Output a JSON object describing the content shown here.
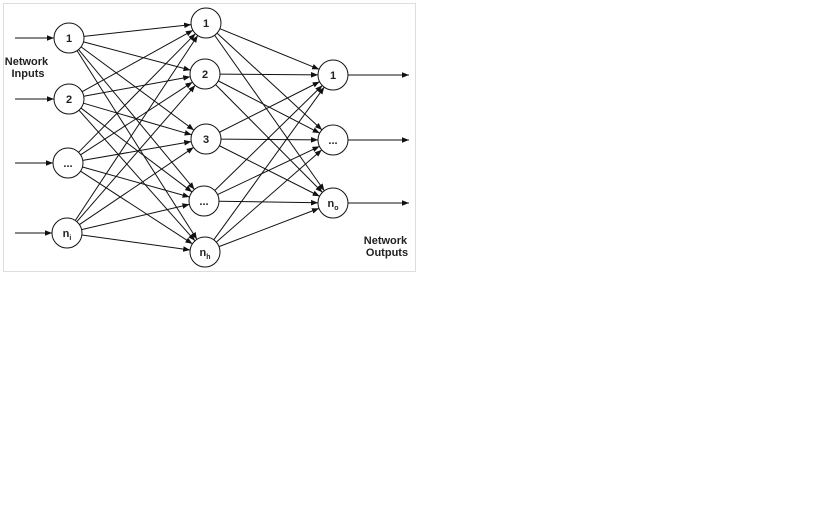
{
  "diagram": {
    "input_label": [
      "Network",
      "Inputs"
    ],
    "output_label": [
      "Network",
      "Outputs"
    ],
    "layers": [
      {
        "name": "input",
        "nodes": [
          {
            "label": "1",
            "sub": ""
          },
          {
            "label": "2",
            "sub": ""
          },
          {
            "label": "...",
            "sub": ""
          },
          {
            "label": "n",
            "sub": "i"
          }
        ]
      },
      {
        "name": "hidden",
        "nodes": [
          {
            "label": "1",
            "sub": ""
          },
          {
            "label": "2",
            "sub": ""
          },
          {
            "label": "3",
            "sub": ""
          },
          {
            "label": "...",
            "sub": ""
          },
          {
            "label": "n",
            "sub": "h"
          }
        ]
      },
      {
        "name": "output",
        "nodes": [
          {
            "label": "1",
            "sub": ""
          },
          {
            "label": "...",
            "sub": ""
          },
          {
            "label": "n",
            "sub": "o"
          }
        ]
      }
    ],
    "connectivity": "fully-connected",
    "line_color": "#111111"
  }
}
